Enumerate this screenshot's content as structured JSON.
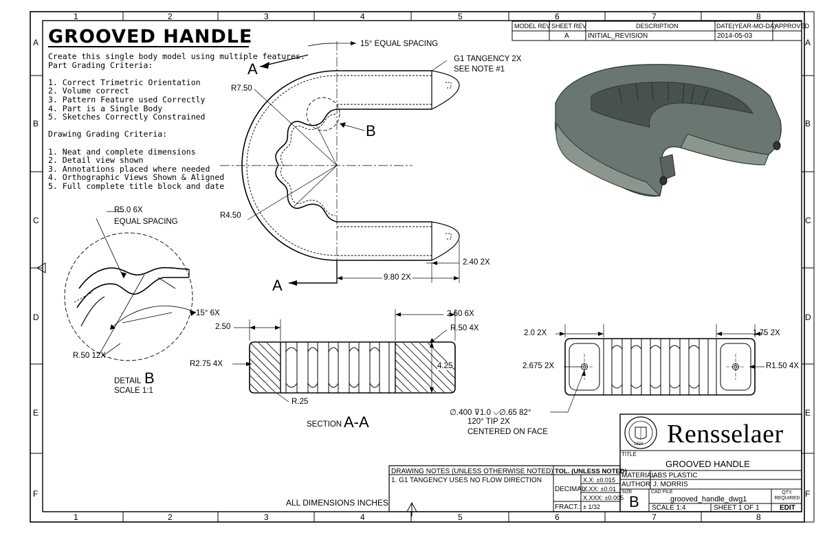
{
  "sheet": {
    "zones_top": [
      "1",
      "2",
      "3",
      "4",
      "5",
      "6",
      "7",
      "8"
    ],
    "zones_bottom": [
      "1",
      "2",
      "3",
      "4",
      "5",
      "6",
      "7",
      "8"
    ],
    "zones_left": [
      "A",
      "B",
      "C",
      "D",
      "E",
      "F"
    ],
    "zones_right": [
      "A",
      "B",
      "C",
      "D",
      "E",
      "F"
    ]
  },
  "header": {
    "title": "GROOVED HANDLE",
    "intro_1": "Create this single body model using multiple features.",
    "intro_2": "Part Grading Criteria:",
    "part_criteria": [
      "1. Correct Trimetric Orientation",
      "2. Volume correct",
      "3. Pattern Feature used Correctly",
      "4. Part is a Single Body",
      "5. Sketches Correctly Constrained"
    ],
    "drawing_heading": "Drawing Grading Criteria:",
    "drawing_criteria": [
      "1. Neat and complete dimensions",
      "2. Detail view shown",
      "3. Annotations placed where needed",
      "4. Orthographic Views Shown & Aligned",
      "5. Full complete title block and date"
    ]
  },
  "revision": {
    "headers": [
      "MODEL REV",
      "SHEET REV",
      "DESCRIPTION",
      "DATE(YEAR-MO-DA)",
      "APPROVED"
    ],
    "row": [
      "",
      "A",
      "INITIAL_REVISION",
      "2014-05-03",
      ""
    ]
  },
  "top_view": {
    "section_label": "A",
    "detail_label": "B",
    "dims": {
      "spacing": "15°  EQUAL SPACING",
      "g1_1": "G1 TANGENCY 2X",
      "g1_2": "SEE NOTE #1",
      "r750": "R7.50",
      "r450": "R4.50",
      "w240": "2.40  2X",
      "l980": "9.80  2X"
    }
  },
  "detail": {
    "r50": "R5.0  6X",
    "equal": "EQUAL SPACING",
    "ang": "15°  6X",
    "r_small": "R.50  12X",
    "label_word": "DETAIL",
    "label_letter": "B",
    "scale": "SCALE 1:1"
  },
  "section": {
    "d250": "2.50",
    "d260": "2.60  6X",
    "r50_4x": "R.50  4X",
    "r275": "R2.75  4X",
    "h425": "4.25",
    "r25": "R.25",
    "label_word": "SECTION",
    "label_letters": "A-A"
  },
  "end_view": {
    "d20": "2.0  2X",
    "d175": "1.75  2X",
    "d2675": "2.675  2X",
    "r150": "R1.50  4X",
    "hole1": "∅.400  ⊽1.0 ⌵∅.65 82°",
    "hole2": "120° TIP 2X",
    "hole3": "CENTERED ON FACE"
  },
  "notes": {
    "heading": "DRAWING NOTES (UNLESS OTHERWISE NOTED)",
    "note1": "1. G1 TANGENCY USES NO FLOW DIRECTION",
    "all_dims": "ALL DIMENSIONS INCHES"
  },
  "tolerance": {
    "heading": "TOL. (UNLESS NOTED)",
    "decimal": "DECIMAL:",
    "x1": "X.X: ±0.015",
    "x2": "X.XX: ±0.01",
    "x3": "X.XXX: ±0.005",
    "fract": "FRACT.:",
    "fract_val": "± 1/32"
  },
  "title_block": {
    "logo_text": "Rensselaer",
    "seal_year": "1824",
    "title_label": "TITLE",
    "title": "GROOVED HANDLE",
    "material_label": "MATERIAL",
    "material": "ABS PLASTIC",
    "author_label": "AUTHOR",
    "author": "J. MORRIS",
    "size_label": "SIZE",
    "size": "B",
    "cad_label": "CAD FILE",
    "cad_file": "grooved_handle_dwg1",
    "qty_label": "QTY. REQUIRED",
    "scale": "SCALE   1:4",
    "sheet": "SHEET  1 OF 1",
    "edit": "EDIT"
  }
}
